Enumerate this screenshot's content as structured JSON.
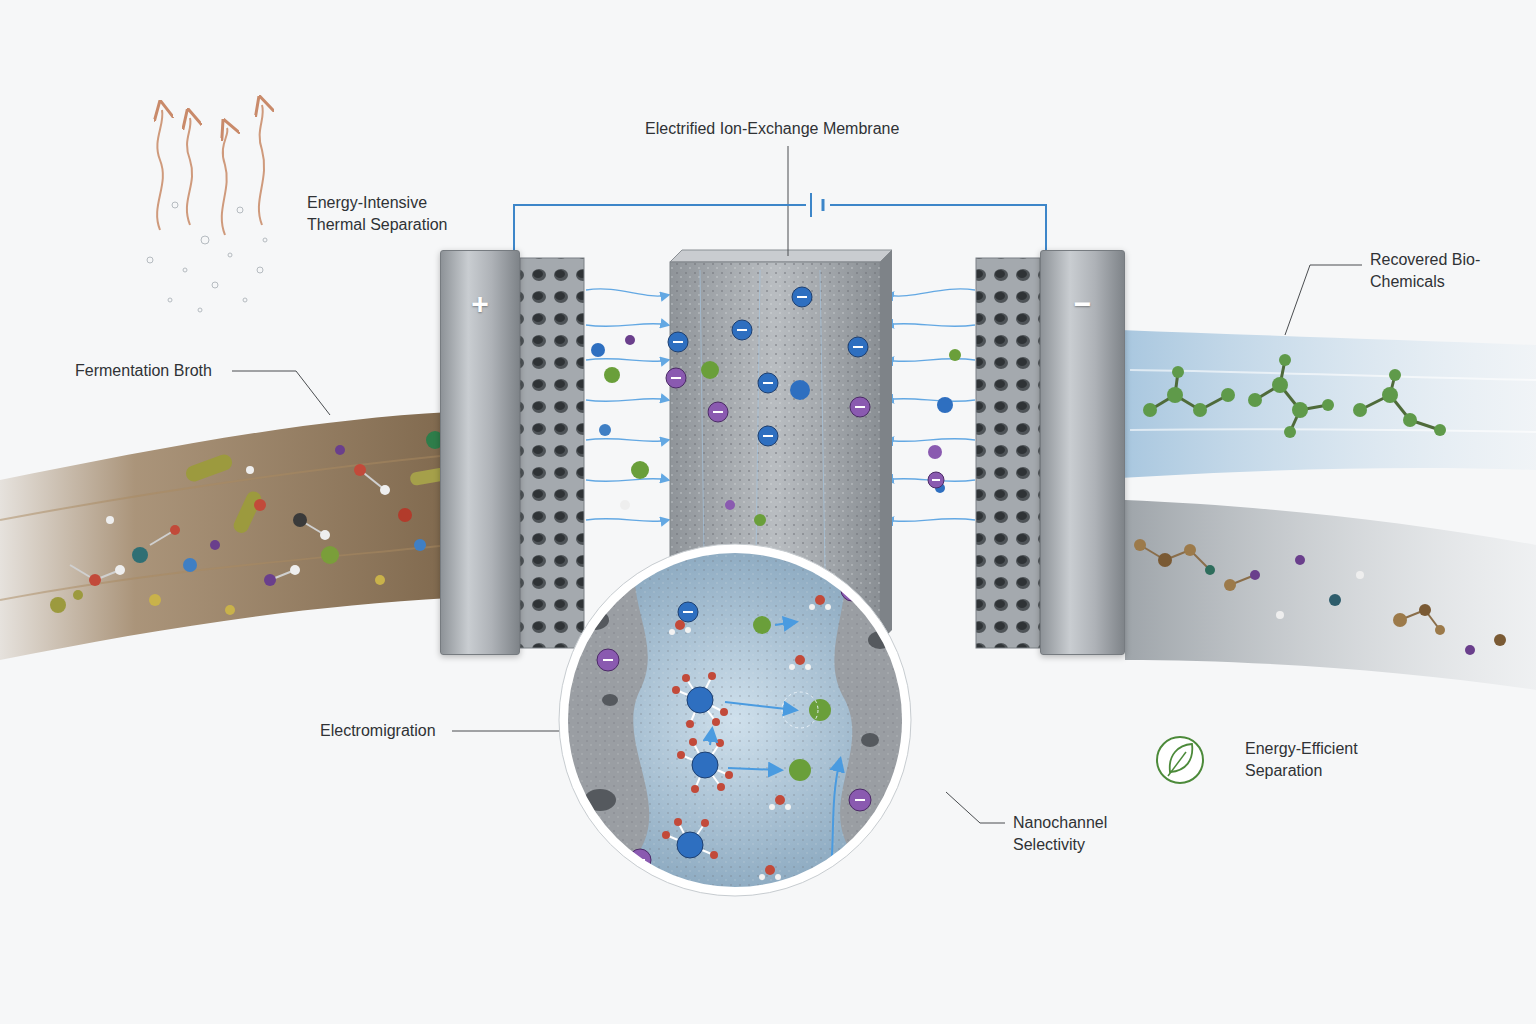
{
  "diagram": {
    "nodes": [
      {
        "text": [
          "+"
        ]
      },
      {
        "text": [
          "−"
        ]
      }
    ],
    "edges": [
      {
        "from": 0,
        "to": 1,
        "arrow": "none"
      }
    ],
    "labels": [
      "Electrified Ion-Exchange Membrane",
      "Energy-Intensive Thermal Separation",
      "Fermentation Broth",
      "Recovered Bio-Chemicals",
      "Electromigration",
      "Nanochannel Selectivity",
      "Energy-Efficient Separation"
    ]
  }
}
